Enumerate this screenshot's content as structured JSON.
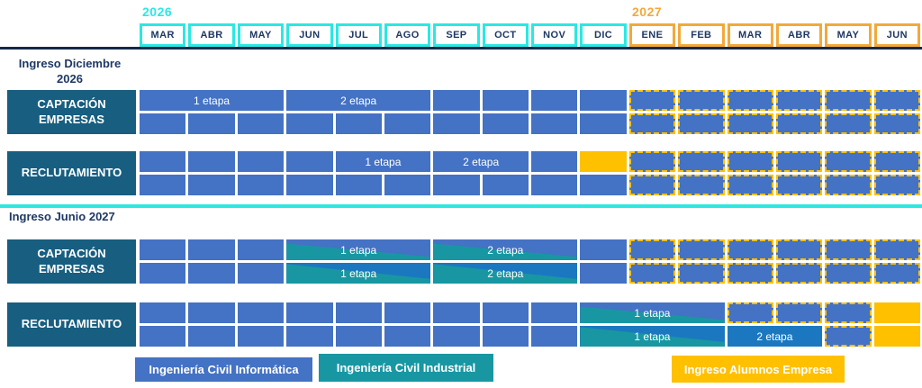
{
  "years": {
    "y2026": "2026",
    "y2027": "2027"
  },
  "months": [
    {
      "label": "MAR",
      "year": "2026"
    },
    {
      "label": "ABR",
      "year": "2026"
    },
    {
      "label": "MAY",
      "year": "2026"
    },
    {
      "label": "JUN",
      "year": "2026"
    },
    {
      "label": "JUL",
      "year": "2026"
    },
    {
      "label": "AGO",
      "year": "2026"
    },
    {
      "label": "SEP",
      "year": "2026"
    },
    {
      "label": "OCT",
      "year": "2026"
    },
    {
      "label": "NOV",
      "year": "2026"
    },
    {
      "label": "DIC",
      "year": "2026"
    },
    {
      "label": "ENE",
      "year": "2027"
    },
    {
      "label": "FEB",
      "year": "2027"
    },
    {
      "label": "MAR",
      "year": "2027"
    },
    {
      "label": "ABR",
      "year": "2027"
    },
    {
      "label": "MAY",
      "year": "2027"
    },
    {
      "label": "JUN",
      "year": "2027"
    }
  ],
  "sections": [
    {
      "title_line1": "Ingreso Diciembre",
      "title_line2": "2026",
      "groups": [
        {
          "label": "CAPTACIÓN EMPRESAS",
          "rows": [
            [
              {
                "type": "bar",
                "span": 3,
                "label": "1 etapa",
                "style": "blue"
              },
              {
                "type": "bar",
                "span": 3,
                "label": "2 etapa",
                "style": "blue"
              },
              {
                "type": "cells",
                "span": 4,
                "style": "blue"
              },
              {
                "type": "cells",
                "span": 6,
                "style": "ydash"
              }
            ],
            [
              {
                "type": "cells",
                "span": 10,
                "style": "blue"
              },
              {
                "type": "cells",
                "span": 6,
                "style": "ydash"
              }
            ]
          ]
        },
        {
          "label": "RECLUTAMIENTO",
          "rows": [
            [
              {
                "type": "cells",
                "span": 4,
                "style": "blue"
              },
              {
                "type": "bar",
                "span": 2,
                "label": "1 etapa",
                "style": "blue"
              },
              {
                "type": "bar",
                "span": 2,
                "label": "2 etapa",
                "style": "blue"
              },
              {
                "type": "cells",
                "span": 1,
                "style": "blue"
              },
              {
                "type": "cells",
                "span": 1,
                "style": "yellow"
              },
              {
                "type": "cells",
                "span": 6,
                "style": "ydash"
              }
            ],
            [
              {
                "type": "cells",
                "span": 10,
                "style": "blue"
              },
              {
                "type": "cells",
                "span": 6,
                "style": "ydash"
              }
            ]
          ]
        }
      ]
    },
    {
      "title": "Ingreso Junio 2027",
      "groups": [
        {
          "label": "CAPTACIÓN EMPRESAS",
          "rows": [
            [
              {
                "type": "cells",
                "span": 3,
                "style": "blue"
              },
              {
                "type": "bar",
                "span": 3,
                "label": "1 etapa",
                "style": "splitA"
              },
              {
                "type": "bar",
                "span": 3,
                "label": "2 etapa",
                "style": "splitA"
              },
              {
                "type": "cells",
                "span": 1,
                "style": "blue"
              },
              {
                "type": "cells",
                "span": 6,
                "style": "ydash"
              }
            ],
            [
              {
                "type": "cells",
                "span": 3,
                "style": "blue"
              },
              {
                "type": "bar",
                "span": 3,
                "label": "1 etapa",
                "style": "splitB"
              },
              {
                "type": "bar",
                "span": 3,
                "label": "2 etapa",
                "style": "splitB"
              },
              {
                "type": "cells",
                "span": 1,
                "style": "blue"
              },
              {
                "type": "cells",
                "span": 6,
                "style": "ydash"
              }
            ]
          ]
        },
        {
          "label": "RECLUTAMIENTO",
          "rows": [
            [
              {
                "type": "cells",
                "span": 9,
                "style": "blue"
              },
              {
                "type": "bar",
                "span": 3,
                "label": "1 etapa",
                "style": "splitA"
              },
              {
                "type": "cells",
                "span": 3,
                "style": "ydash"
              },
              {
                "type": "cells",
                "span": 1,
                "style": "yellow"
              }
            ],
            [
              {
                "type": "cells",
                "span": 9,
                "style": "blue"
              },
              {
                "type": "bar",
                "span": 3,
                "label": "1 etapa",
                "style": "splitB"
              },
              {
                "type": "bar",
                "span": 2,
                "label": "2 etapa",
                "style": "azure"
              },
              {
                "type": "cells",
                "span": 1,
                "style": "ydash"
              },
              {
                "type": "cells",
                "span": 1,
                "style": "yellow"
              }
            ]
          ]
        }
      ]
    }
  ],
  "legend": [
    {
      "label": "Ingeniería Civil Informática",
      "color": "#4472C4"
    },
    {
      "label": "Ingeniería Civil Industrial",
      "color": "#1897A3"
    },
    {
      "label": "Ingreso Alumnos Empresa",
      "color": "#FFC000"
    }
  ],
  "colors": {
    "cell_blue": "#4472C4",
    "cell_azure": "#1B78C0",
    "teal": "#1897A3",
    "yellow": "#FFC000",
    "label_box": "#175E80",
    "navy_text": "#1F3864",
    "cyan_accent": "#2BE8E2",
    "orange_accent": "#F2A93B",
    "divider_navy": "#14294B"
  }
}
